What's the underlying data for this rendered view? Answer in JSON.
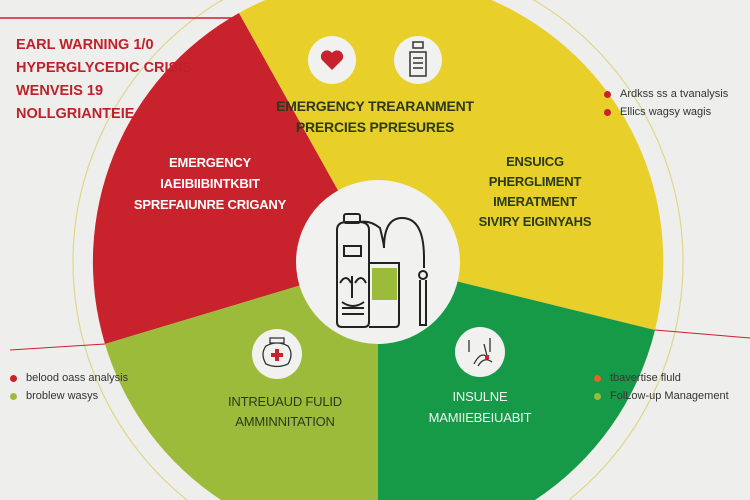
{
  "title": {
    "lines": [
      "EARL WARNING 1/0",
      "HYPERGLYCEDIC CRISIS",
      "WENVEIS 19",
      "NOLLGRIANTEIE"
    ]
  },
  "segments": {
    "red": {
      "lines": [
        "EMERGENCY",
        "IAEIBIIBINTKBIT",
        "SPREFAIUNRE CRIGANY"
      ]
    },
    "top": {
      "lines": [
        "EMERGENCY TREARANMENT",
        "PRERCIES PPRESURES"
      ]
    },
    "right": {
      "lines": [
        "ENSUICG",
        "PHERGLIMENT",
        "IMERATMENT",
        "SIVIRY EIGINYAHS"
      ]
    },
    "light_green": {
      "lines": [
        "INTREUAUD FULID",
        "AMMINNITATION"
      ]
    },
    "green": {
      "lines": [
        "INSULNE",
        "MAMIIEBEIUABIT"
      ]
    }
  },
  "legends": {
    "top_right": [
      "Ardkss ss a tvanalysis",
      "Ellics wagsy wagis"
    ],
    "bottom_left": [
      "belood oass analysis",
      "broblew wasys"
    ],
    "bottom_right": [
      "tbavertise fluld",
      "FolLow-up Management"
    ]
  },
  "colors": {
    "red": "#c8222c",
    "yellow": "#e9cf2a",
    "light_green": "#9dbb3a",
    "green": "#179a48",
    "background": "#eeeeec"
  }
}
